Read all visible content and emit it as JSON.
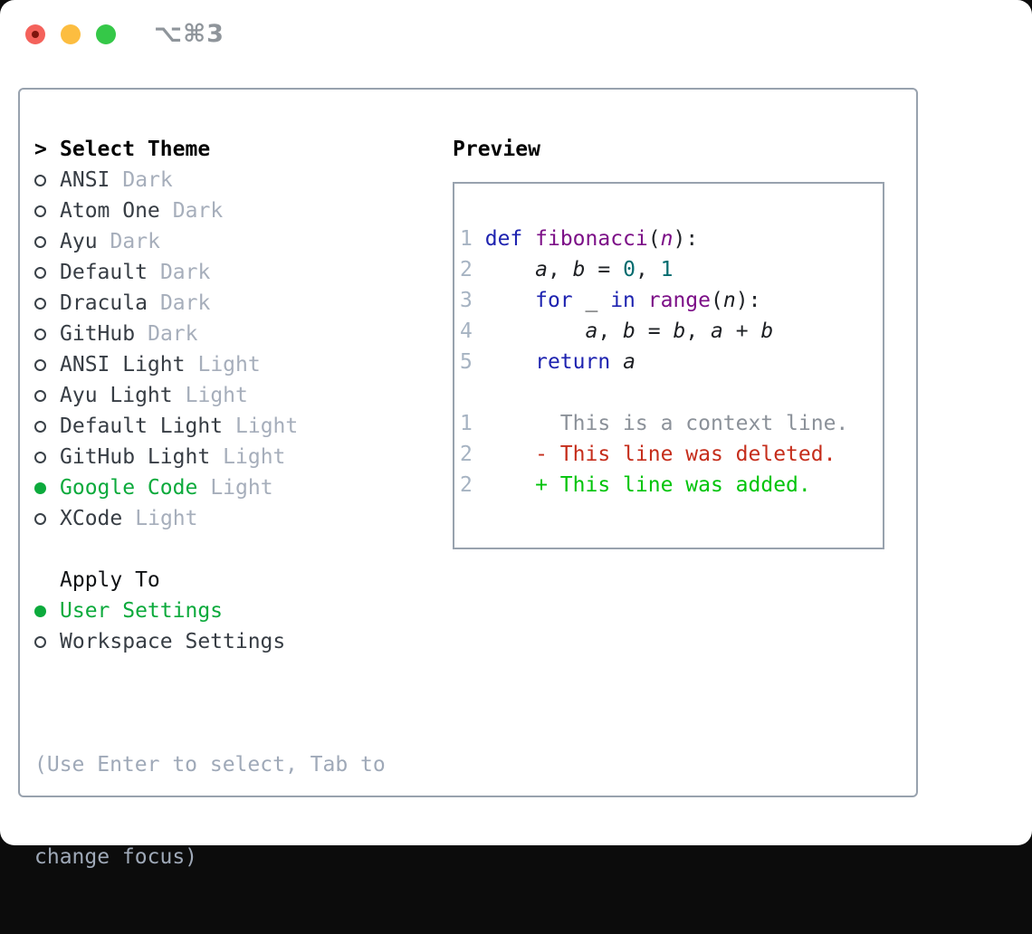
{
  "window": {
    "title": "⌥⌘3",
    "traffic_lights": [
      {
        "name": "close-button",
        "color": "#f4625b"
      },
      {
        "name": "minimize-button",
        "color": "#fcbd40"
      },
      {
        "name": "zoom-button",
        "color": "#35c848"
      }
    ]
  },
  "theme_list": {
    "header": {
      "marker": ">",
      "label": "Select Theme"
    },
    "items": [
      {
        "name": "ANSI",
        "variant": "Dark",
        "selected": false
      },
      {
        "name": "Atom One",
        "variant": "Dark",
        "selected": false
      },
      {
        "name": "Ayu",
        "variant": "Dark",
        "selected": false
      },
      {
        "name": "Default",
        "variant": "Dark",
        "selected": false
      },
      {
        "name": "Dracula",
        "variant": "Dark",
        "selected": false
      },
      {
        "name": "GitHub",
        "variant": "Dark",
        "selected": false
      },
      {
        "name": "ANSI Light",
        "variant": "Light",
        "selected": false
      },
      {
        "name": "Ayu Light",
        "variant": "Light",
        "selected": false
      },
      {
        "name": "Default Light",
        "variant": "Light",
        "selected": false
      },
      {
        "name": "GitHub Light",
        "variant": "Light",
        "selected": false
      },
      {
        "name": "Google Code",
        "variant": "Light",
        "selected": true
      },
      {
        "name": "XCode",
        "variant": "Light",
        "selected": false
      }
    ]
  },
  "apply_to": {
    "header": "Apply To",
    "items": [
      {
        "label": "User Settings",
        "selected": true
      },
      {
        "label": "Workspace Settings",
        "selected": false
      }
    ]
  },
  "help": {
    "line1": "(Use Enter to select, Tab to",
    "line2": "change focus)"
  },
  "preview": {
    "header": "Preview",
    "lines": [
      [
        {
          "t": "1",
          "s": "ln"
        },
        {
          "t": " ",
          "s": "pl"
        },
        {
          "t": "def",
          "s": "kw"
        },
        {
          "t": " ",
          "s": "pl"
        },
        {
          "t": "fibonacci",
          "s": "fn"
        },
        {
          "t": "(",
          "s": "pl"
        },
        {
          "t": "n",
          "s": "pm"
        },
        {
          "t": "):",
          "s": "pl"
        }
      ],
      [
        {
          "t": "2",
          "s": "ln"
        },
        {
          "t": "     ",
          "s": "pl"
        },
        {
          "t": "a",
          "s": "va"
        },
        {
          "t": ", ",
          "s": "pl"
        },
        {
          "t": "b",
          "s": "va"
        },
        {
          "t": " = ",
          "s": "pl"
        },
        {
          "t": "0",
          "s": "nu"
        },
        {
          "t": ", ",
          "s": "pl"
        },
        {
          "t": "1",
          "s": "nu"
        }
      ],
      [
        {
          "t": "3",
          "s": "ln"
        },
        {
          "t": "     ",
          "s": "pl"
        },
        {
          "t": "for",
          "s": "kw"
        },
        {
          "t": " _ ",
          "s": "pl"
        },
        {
          "t": "in",
          "s": "kw"
        },
        {
          "t": " ",
          "s": "pl"
        },
        {
          "t": "range",
          "s": "fn"
        },
        {
          "t": "(",
          "s": "pl"
        },
        {
          "t": "n",
          "s": "va"
        },
        {
          "t": "):",
          "s": "pl"
        }
      ],
      [
        {
          "t": "4",
          "s": "ln"
        },
        {
          "t": "         ",
          "s": "pl"
        },
        {
          "t": "a",
          "s": "va"
        },
        {
          "t": ", ",
          "s": "pl"
        },
        {
          "t": "b",
          "s": "va"
        },
        {
          "t": " = ",
          "s": "pl"
        },
        {
          "t": "b",
          "s": "va"
        },
        {
          "t": ", ",
          "s": "pl"
        },
        {
          "t": "a",
          "s": "va"
        },
        {
          "t": " + ",
          "s": "pl"
        },
        {
          "t": "b",
          "s": "va"
        }
      ],
      [
        {
          "t": "5",
          "s": "ln"
        },
        {
          "t": "     ",
          "s": "pl"
        },
        {
          "t": "return",
          "s": "kw"
        },
        {
          "t": " ",
          "s": "pl"
        },
        {
          "t": "a",
          "s": "va"
        }
      ],
      [],
      [
        {
          "t": "1",
          "s": "ln"
        },
        {
          "t": "       ",
          "s": "pl"
        },
        {
          "t": "This is a context line.",
          "s": "ctx"
        }
      ],
      [
        {
          "t": "2",
          "s": "ln"
        },
        {
          "t": "     ",
          "s": "pl"
        },
        {
          "t": "- This line was deleted.",
          "s": "del"
        }
      ],
      [
        {
          "t": "2",
          "s": "ln"
        },
        {
          "t": "     ",
          "s": "pl"
        },
        {
          "t": "+ This line was added.",
          "s": "add"
        }
      ]
    ]
  },
  "colors": {
    "panel_border": "#98a2ae",
    "selection_green": "#0caa3c",
    "added_green": "#00c40a",
    "deleted_red": "#c52d1b",
    "keyword_blue": "#1e23b0",
    "function_purple": "#7c0f87",
    "number_teal": "#006b6e",
    "muted_gray": "#a6aebb"
  }
}
